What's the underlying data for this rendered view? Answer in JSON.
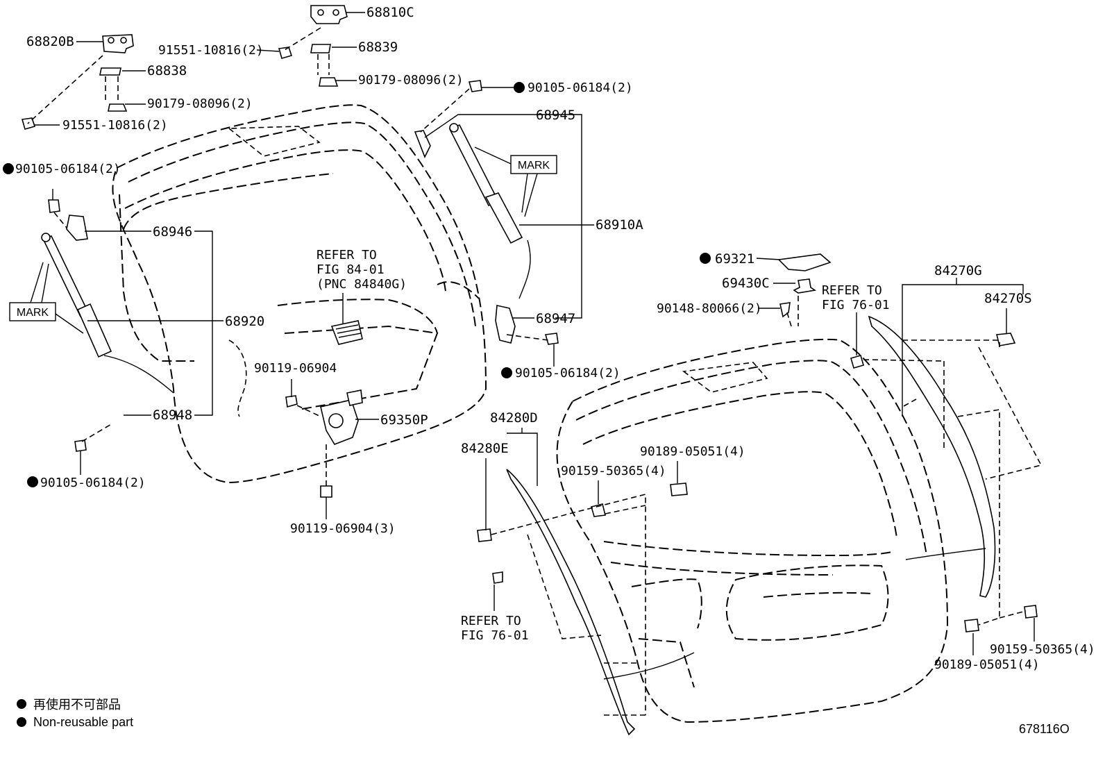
{
  "labels": {
    "p68820B": "68820B",
    "p68838": "68838",
    "p90179_l": "90179-08096(2)",
    "p91551_l": "91551-10816(2)",
    "p68810C": "68810C",
    "p91551_t": "91551-10816(2)",
    "p68839": "68839",
    "p90179_t": "90179-08096(2)",
    "p90105_t": "90105-06184(2)",
    "p68945": "68945",
    "p90105_l": "90105-06184(2)",
    "p68946": "68946",
    "p68920": "68920",
    "p68948": "68948",
    "p90105_bl": "90105-06184(2)",
    "refer84_1": "REFER TO",
    "refer84_2": "FIG 84-01",
    "refer84_3": "(PNC 84840G)",
    "p68910A": "68910A",
    "p68947": "68947",
    "p90105_m": "90105-06184(2)",
    "p90119_a": "90119-06904",
    "p69350P": "69350P",
    "p90119_b": "90119-06904(3)",
    "p69321": "69321",
    "p69430C": "69430C",
    "p90148": "90148-80066(2)",
    "refer76a_1": "REFER TO",
    "refer76a_2": "FIG 76-01",
    "p84270G": "84270G",
    "p84270S": "84270S",
    "p84280D": "84280D",
    "p84280E": "84280E",
    "p90189_a": "90189-05051(4)",
    "p90159_a": "90159-50365(4)",
    "refer76b_1": "REFER TO",
    "refer76b_2": "FIG 76-01",
    "p90159_b": "90159-50365(4)",
    "p90189_b": "90189-05051(4)",
    "mark1": "MARK",
    "mark2": "MARK"
  },
  "legend": {
    "jp": "再使用不可部品",
    "en": "Non-reusable part"
  },
  "illustration_code": "678116O"
}
